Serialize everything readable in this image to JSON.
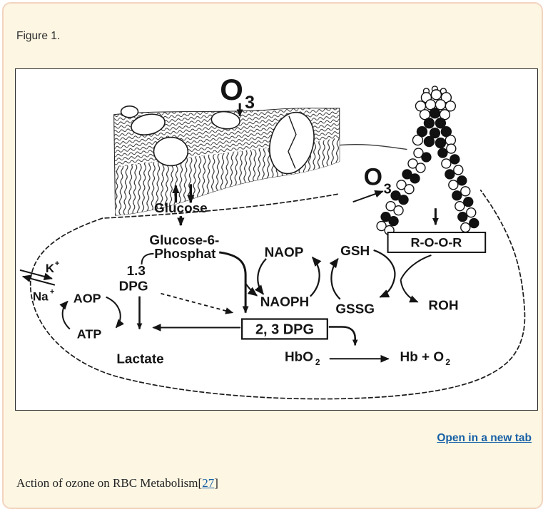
{
  "page": {
    "figure_label": "Figure 1.",
    "open_link": "Open in a new tab",
    "caption": {
      "text": "Action of ozone on RBC Metabolism",
      "ref_open": "[",
      "ref": "27",
      "ref_close": "]"
    },
    "colors": {
      "panel_bg": "#fdf6e3",
      "panel_border": "#f3d4c0",
      "link_blue": "#1760a6",
      "figure_border": "#2a2a2a",
      "ink": "#141414"
    }
  },
  "diagram": {
    "ozone_top": {
      "symbol": "O",
      "subscript": "3"
    },
    "ozone_side": {
      "symbol": "O",
      "subscript": "3"
    },
    "labels": {
      "glucose": "Glucose",
      "g6p_1": "Glucose-6-",
      "g6p_2": "Phosphat",
      "dpg13_1": "1.3",
      "dpg13_2": "DPG",
      "lactate": "Lactate",
      "k": "K",
      "k_sup": "+",
      "na": "Na",
      "na_sup": "+",
      "aop": "AOP",
      "atp": "ATP",
      "naop": "NAOP",
      "naoph": "NAOPH",
      "gsh": "GSH",
      "gssg": "GSSG",
      "roor": "R-O-O-R",
      "roh": "ROH",
      "dpg23": "2, 3 DPG",
      "hbo2": "HbO",
      "hbo2_sub": "2",
      "hb_plus_o2": "Hb + O",
      "hb_plus_o2_sub": "2"
    }
  }
}
